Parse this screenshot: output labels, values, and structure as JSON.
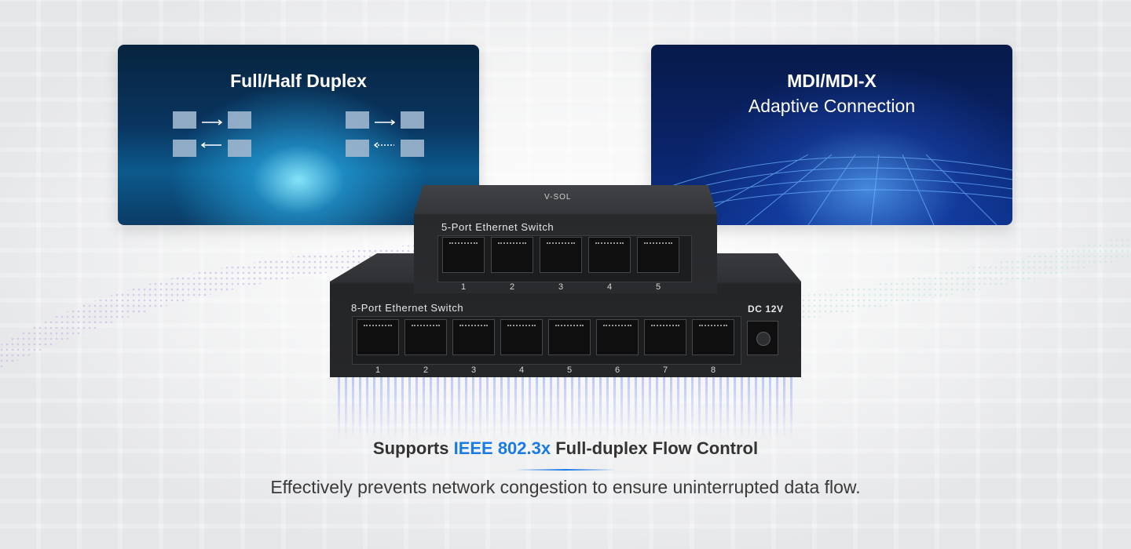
{
  "cards": {
    "left": {
      "title": "Full/Half Duplex"
    },
    "right": {
      "title": "MDI/MDI-X",
      "subtitle": "Adaptive Connection"
    }
  },
  "switch5": {
    "brand": "V-SOL",
    "label": "5-Port Ethernet Switch",
    "ports": [
      "1",
      "2",
      "3",
      "4",
      "5"
    ]
  },
  "switch8": {
    "label": "8-Port Ethernet Switch",
    "power_label": "DC 12V",
    "ports": [
      "1",
      "2",
      "3",
      "4",
      "5",
      "6",
      "7",
      "8"
    ]
  },
  "headline": {
    "prefix": "Supports ",
    "highlight": "IEEE 802.3x",
    "suffix": " Full-duplex Flow Control"
  },
  "description": "Effectively prevents network congestion to ensure uninterrupted data flow.",
  "colors": {
    "accent": "#1a7ae8",
    "text": "#333333"
  },
  "icons": [
    "duplex-diagram-icon",
    "power-jack-icon"
  ]
}
